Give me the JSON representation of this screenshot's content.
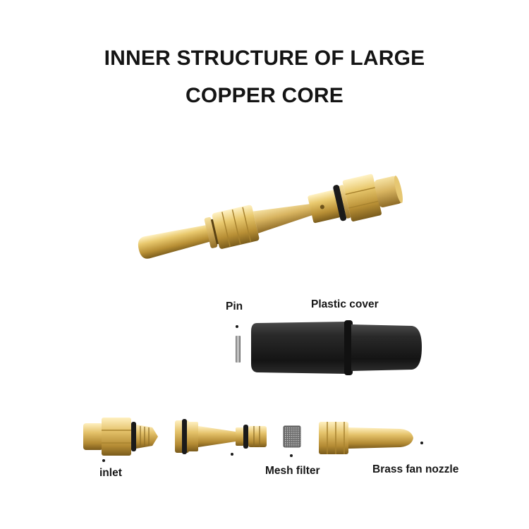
{
  "title": {
    "line1": "INNER STRUCTURE OF LARGE",
    "line2": "COPPER CORE"
  },
  "labels": {
    "pin": "Pin",
    "plastic_cover": "Plastic cover",
    "inlet": "inlet",
    "mesh_filter": "Mesh filter",
    "brass_fan_nozzle": "Brass fan nozzle"
  },
  "colors": {
    "brass_light": "#f3dc9a",
    "brass_mid": "#d6b25a",
    "brass_dark": "#9c7a2c",
    "rubber_black": "#1e1e1e",
    "background": "#ffffff"
  }
}
